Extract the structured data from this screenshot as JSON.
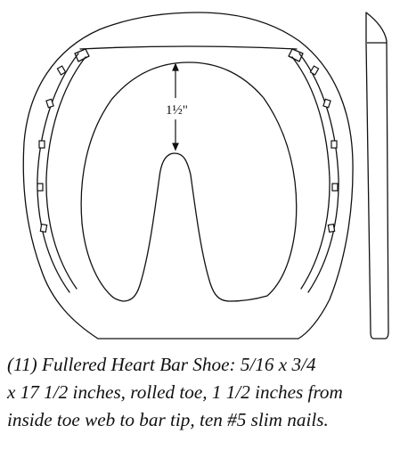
{
  "diagram": {
    "dimension_label": "1½\""
  },
  "caption": {
    "lines": [
      "(11) Fullered Heart Bar Shoe: 5/16 x 3/4",
      "x 17 1/2 inches, rolled toe, 1 1/2 inches from",
      "inside toe web to bar tip, ten #5 slim nails."
    ]
  },
  "colors": {
    "ink": "#111111",
    "background": "#ffffff"
  }
}
